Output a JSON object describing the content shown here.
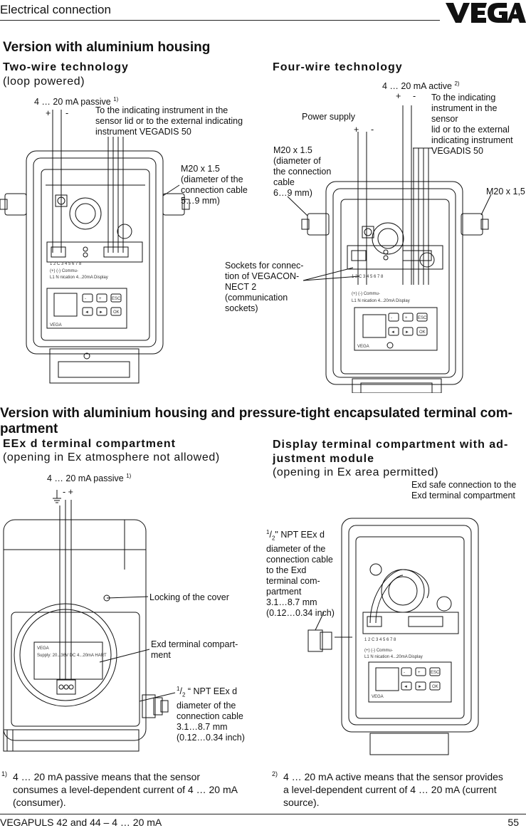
{
  "header": {
    "section_title": "Electrical connection",
    "brand": "VEGA"
  },
  "section1": {
    "title": "Version with aluminium housing",
    "left": {
      "heading": "Two-wire technology",
      "subheading": "(loop powered)",
      "signal": "4 … 20 mA passive",
      "signal_note": "1)",
      "plus": "+",
      "minus": "-",
      "indicator_note": [
        "To the indicating instrument in the",
        "sensor lid or to the external indicating",
        "instrument VEGADIS 50"
      ],
      "cable_note": [
        "M20 x 1.5",
        "(diameter of the",
        "connection cable",
        "5…9 mm)"
      ]
    },
    "right": {
      "heading": "Four-wire technology",
      "signal": "4 … 20 mA active",
      "signal_note": "2)",
      "plus": "+",
      "minus": "-",
      "indicator_note": [
        "To the indicating",
        "instrument in the sensor",
        "lid or to the external",
        "indicating instrument",
        "VEGADIS 50"
      ],
      "power_supply": "Power supply",
      "power_plus": "+",
      "power_minus": "-",
      "cable_note": [
        "M20 x 1.5",
        "(diameter of",
        "the connection",
        "cable",
        "6…9 mm)"
      ],
      "cable_right": "M20 x 1,5",
      "sockets_note": [
        "Sockets for connec-",
        "tion of VEGACON-",
        "NECT 2",
        "(communication",
        "sockets)"
      ]
    }
  },
  "section2": {
    "title_line1": "Version with aluminium housing and pressure-tight encapsulated terminal com-",
    "title_line2": "partment",
    "left": {
      "heading": "EEx d terminal compartment",
      "subheading": "(opening in Ex atmosphere not allowed)",
      "signal": "4 … 20 mA passive",
      "signal_note": "1)",
      "polarity": "- +",
      "locking_note": "Locking of the cover",
      "exd_note": [
        "Exd terminal compart-",
        "ment"
      ],
      "npt_note": [
        "NPT EEx d",
        "diameter of the",
        "connection cable",
        "3.1…8.7 mm",
        "(0.12…0.34 inch)"
      ],
      "npt_fraction_num": "1",
      "npt_fraction_den": "2",
      "npt_quote": "“"
    },
    "right": {
      "heading_line1": "Display terminal compartment with ad-",
      "heading_line2": "justment module",
      "subheading": "(opening in Ex area permitted)",
      "exd_safe_note": [
        "Exd safe connection to the",
        "Exd terminal compartment"
      ],
      "npt_note": [
        "NPT EEx d",
        "diameter of the",
        "connection cable",
        "to the Exd",
        "terminal com-",
        "partment",
        "3.1…8.7 mm",
        "(0.12…0.34 inch)"
      ],
      "npt_fraction_num": "1",
      "npt_fraction_den": "2",
      "npt_quote": "\""
    }
  },
  "device": {
    "terminal_numbers": "1   2        C    3  4  5  6  7  8",
    "terminal_labels_a": "(+)  (-)       Commu-",
    "terminal_labels_b": "L1   N        nication   4...20mA  Display",
    "display_label": "Display",
    "key_minus": "-",
    "key_plus": "+",
    "key_esc": "ESC",
    "key_ok": "OK",
    "key_left": "◄",
    "key_right": "►",
    "module_brand": "VEGA",
    "supply_plate": "Supply: 20...36V DC   4...20mA  HART"
  },
  "footnotes": {
    "fn1_mark": "1)",
    "fn1": [
      "4 … 20 mA passive means that the sensor",
      "consumes a level-dependent current of 4 … 20 mA",
      "(consumer)."
    ],
    "fn2_mark": "2)",
    "fn2": [
      "4 … 20 mA active means that the sensor provides",
      "a level-dependent current of 4 … 20 mA (current",
      "source)."
    ]
  },
  "footer": {
    "left": "VEGAPULS 42 and 44 – 4 … 20 mA",
    "page": "55"
  }
}
